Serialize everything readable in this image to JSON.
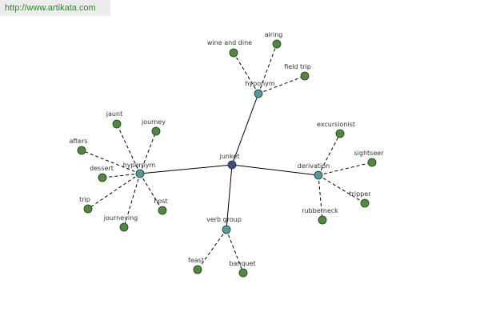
{
  "banner": {
    "url_text": "http://www.artikata.com"
  },
  "colors": {
    "center": "#3a4f8c",
    "hub": "#4e9aa0",
    "leaf": "#4f8a3c",
    "outline": "#1f3a1f",
    "banner_bg": "#ececec",
    "banner_text": "#2b8a2b"
  },
  "graph": {
    "center": {
      "id": "junket",
      "label": "junket"
    },
    "hubs": [
      {
        "id": "hyponym",
        "label": "hyponym",
        "leaves": [
          "wine and dine",
          "airing",
          "field trip"
        ]
      },
      {
        "id": "hypernym",
        "label": "hypernym",
        "leaves": [
          "jaunt",
          "journey",
          "afters",
          "dessert",
          "trip",
          "journeying",
          "host"
        ]
      },
      {
        "id": "derivation",
        "label": "derivation",
        "leaves": [
          "excursionist",
          "sightseer",
          "tripper",
          "rubberneck"
        ]
      },
      {
        "id": "verb-group",
        "label": "verb group",
        "leaves": [
          "feast",
          "banquet"
        ]
      }
    ]
  }
}
